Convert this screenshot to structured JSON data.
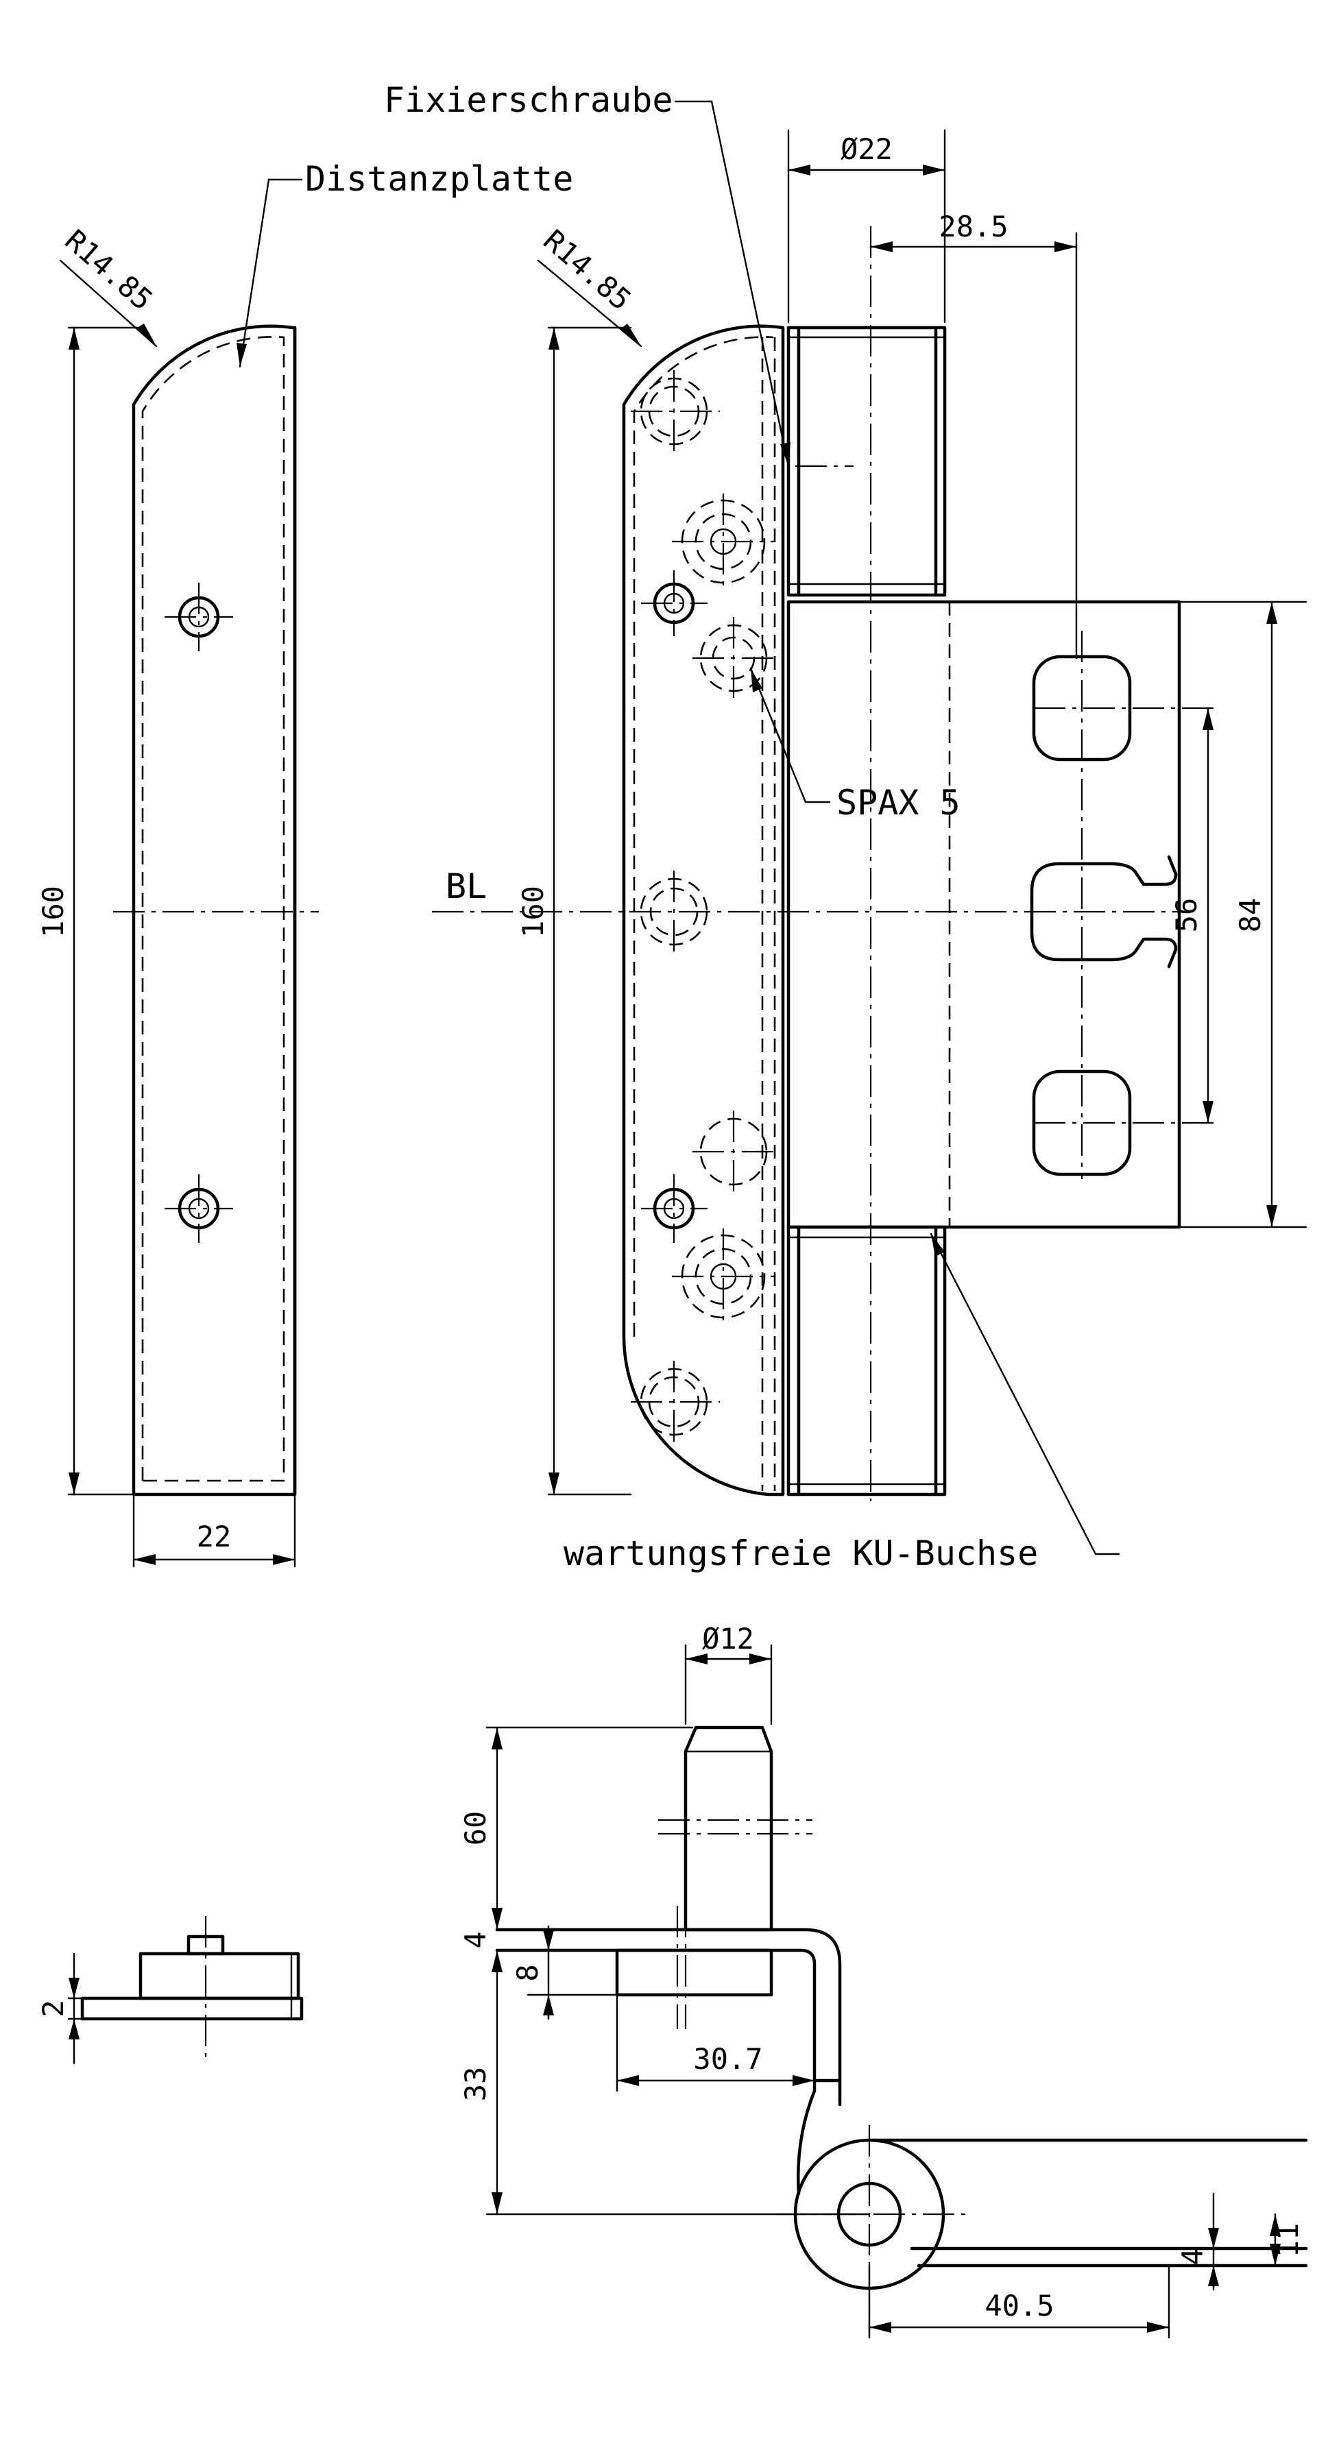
{
  "labels": {
    "fixierschraube": "Fixierschraube",
    "distanzplatte": "Distanzplatte",
    "spax": "SPAX 5",
    "bl": "BL",
    "buchse": "wartungsfreie KU-Buchse"
  },
  "dimensions": {
    "radius_left": "R14.85",
    "radius_right": "R14.85",
    "height_left": "160",
    "height_right": "160",
    "width_plate": "22",
    "dia_barrel": "Ø22",
    "offset_axis": "28.5",
    "slot_pitch": "56",
    "leaf_height": "84",
    "dia_pin": "Ø12",
    "pin_length": "60",
    "thickness_4": "4",
    "offset_8": "8",
    "height_33": "33",
    "offset_30_7": "30.7",
    "thickness_2": "2",
    "offset_11": "11",
    "thickness_4b": "4",
    "offset_40_5": "40.5"
  }
}
